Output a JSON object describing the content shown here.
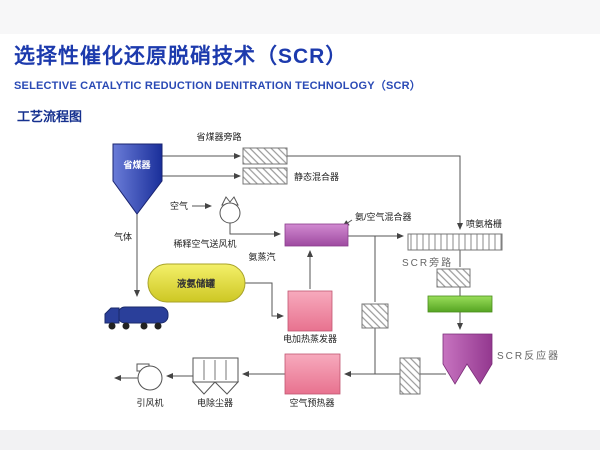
{
  "page": {
    "title": "选择性催化还原脱硝技术（SCR）",
    "subtitle": "SELECTIVE CATALYTIC REDUCTION DENITRATION TECHNOLOGY（SCR）",
    "section_label": "工艺流程图"
  },
  "colors": {
    "title_blue": "#1c3aad",
    "economizer_blue": "#2b3f9e",
    "tank_yellow": "#e8e23c",
    "mixer_purple": "#b65cb6",
    "evaporator_pink": "#ef8fa8",
    "catalyst_green": "#6cbf33",
    "reactor_magenta": "#b055aa"
  },
  "diagram": {
    "labels": {
      "economizer": "省煤器",
      "economizer_bypass": "省煤器旁路",
      "static_mixer": "静态混合器",
      "air": "空气",
      "dilution_air_fan": "稀释空气送风机",
      "ammonia_air_mixer": "氨/空气混合器",
      "ammonia_injection_grid": "喷氨格栅",
      "ammonia_vapor": "氨蒸汽",
      "gas": "气体",
      "liquid_ammonia_tank": "液氨储罐",
      "scr_bypass": "SCR旁路",
      "electric_evaporator": "电加热蒸发器",
      "scr_reactor": "SCR反应器",
      "air_preheater": "空气预热器",
      "esp": "电除尘器",
      "induced_draft_fan": "引风机"
    }
  }
}
